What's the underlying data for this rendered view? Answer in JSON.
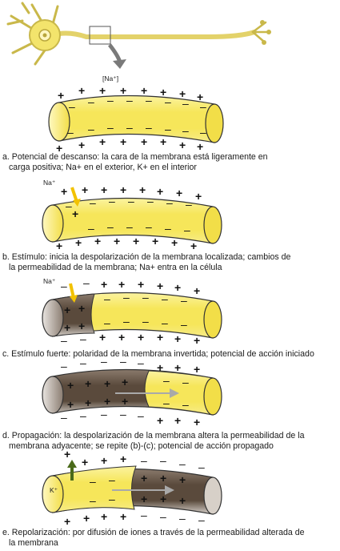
{
  "ion_labels": {
    "na_bracket": "[Na⁺]",
    "na_b": "Na⁺",
    "na_c": "Na⁺",
    "k_e": "K⁺"
  },
  "captions": [
    {
      "line1": "a. Potencial de descanso: la cara de la membrana está ligeramente en",
      "line2": "carga positiva; Na+ en el exterior, K+ en el interior"
    },
    {
      "line1": "b. Estímulo: inicia la despolarización de la membrana localizada; cambios de",
      "line2": "la permeabilidad de la membrana; Na+ entra en la célula"
    },
    {
      "line1": "c. Estímulo fuerte: polaridad de la membrana invertida; potencial de acción iniciado",
      "line2": ""
    },
    {
      "line1": "d. Propagación: la despolarización de la membrana altera la permeabilidad de la",
      "line2": "membrana adyacente; se repite (b)-(c); potencial de acción propagado"
    },
    {
      "line1": "e. Repolarización: por difusión de iones a través de la permeabilidad alterada de",
      "line2": "la membrana"
    }
  ],
  "colors": {
    "resting_yellow": "#f6e65a",
    "depolarized_brown": "#5a4a3c",
    "sodium_arrow": "#f2c200",
    "potassium_arrow": "#4a6a1a",
    "propagation_arrow": "#a9a9a9"
  }
}
